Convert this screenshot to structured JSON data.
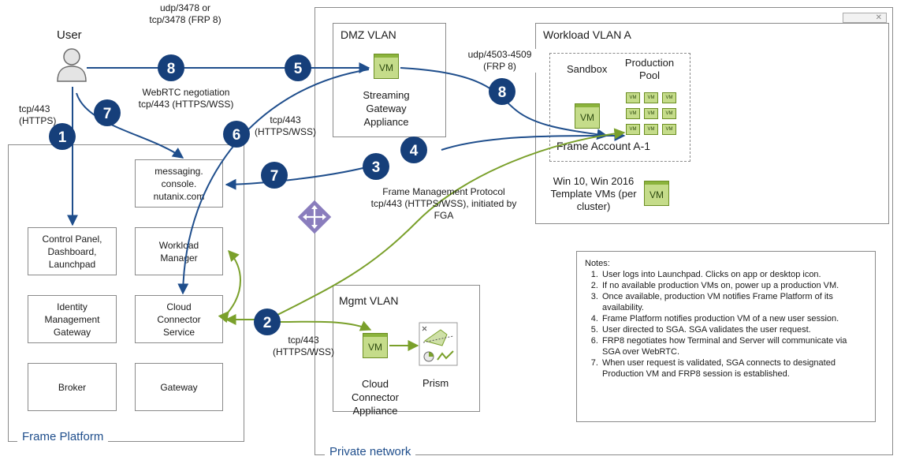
{
  "user": {
    "label": "User"
  },
  "regions": {
    "frame_platform": "Frame Platform",
    "private_network": "Private network",
    "dmz": "DMZ VLAN",
    "workload": "Workload VLAN A",
    "mgmt": "Mgmt VLAN",
    "frame_account": "Frame Account A-1"
  },
  "platform_boxes": {
    "messaging": "messaging.\nconsole.\nnutanix.com",
    "control_panel": "Control Panel,\nDashboard,\nLaunchpad",
    "workload_manager": "Workload\nManager",
    "identity": "Identity\nManagement\nGateway",
    "cloud_connector_service": "Cloud\nConnector\nService",
    "broker": "Broker",
    "gateway": "Gateway"
  },
  "vm_label": "VM",
  "components": {
    "sga": "Streaming\nGateway\nAppliance",
    "sandbox": "Sandbox",
    "production_pool": "Production\nPool",
    "templates": "Win 10, Win 2016\nTemplate VMs (per\ncluster)",
    "cca": "Cloud\nConnector\nAppliance",
    "prism": "Prism"
  },
  "labels": {
    "udp3478": "udp/3478 or\ntcp/3478 (FRP 8)",
    "tcp443_https": "tcp/443\n(HTTPS)",
    "webrtc": "WebRTC negotiation\ntcp/443 (HTTPS/WSS)",
    "tcp443_wss_a": "tcp/443\n(HTTPS/WSS)",
    "udp4503": "udp/4503-4509\n(FRP 8)",
    "fmp": "Frame Management Protocol\ntcp/443 (HTTPS/WSS), initiated by\nFGA",
    "tcp443_wss_b": "tcp/443\n(HTTPS/WSS)"
  },
  "steps": {
    "s8a": "8",
    "s5": "5",
    "s7a": "7",
    "s1": "1",
    "s6": "6",
    "s8b": "8",
    "s4": "4",
    "s3": "3",
    "s7b": "7",
    "s2": "2"
  },
  "notes": {
    "heading": "Notes:",
    "items": [
      "User logs into Launchpad. Clicks on app or desktop icon.",
      "If no available production VMs on, power up a production VM.",
      "Once available, production VM notifies Frame Platform of its availability.",
      "Frame Platform notifies production VM of a new user session.",
      "User directed to SGA. SGA validates the user request.",
      "FRP8 negotiates how Terminal and Server will communicate via SGA over WebRTC.",
      "When user request is validated, SGA connects to designated Production VM and FRP8 session is established."
    ]
  },
  "colors": {
    "blue": "#1f4e8c",
    "green": "#7aa02b",
    "vm_fill": "#c5dc8a",
    "router": "#8a7dbd"
  }
}
